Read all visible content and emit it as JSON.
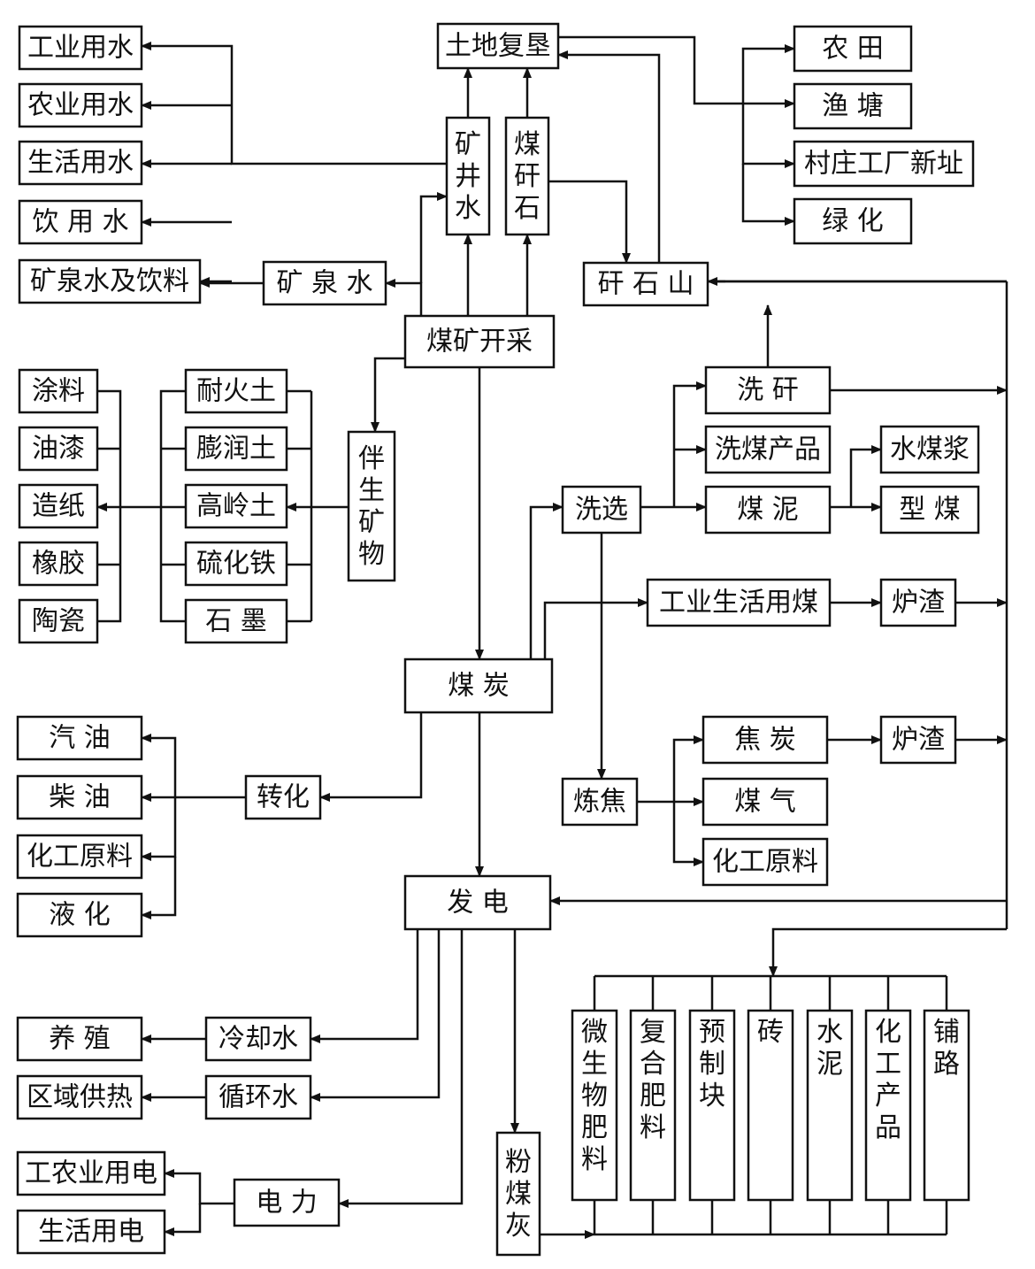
{
  "diagram": {
    "nodes": {
      "gongye_yongshui": "工业用水",
      "nongye_yongshui": "农业用水",
      "shenghuo_yongshui": "生活用水",
      "yin_yong_shui": "饮 用 水",
      "kuangquanshui_yinliao": "矿泉水及饮料",
      "kuangquan_shui": "矿 泉 水",
      "tudi_fuken": "土地复垦",
      "kuangjing_shui": "矿井水",
      "mei_ganshi": "煤矸石",
      "nongtian": "农 田",
      "yutang": "渔 塘",
      "cunzhuang": "村庄工厂新址",
      "lvhua": "绿 化",
      "ganshi_shan": "矸 石 山",
      "meikuang_kaicai": "煤矿开采",
      "tuliao": "涂料",
      "youqi": "油漆",
      "zaozhi": "造纸",
      "xiangjiao": "橡胶",
      "taoci": "陶瓷",
      "naihuotu": "耐火土",
      "pengruntu": "膨润土",
      "gaolingtu": "高岭土",
      "liuhuatie": "硫化铁",
      "shimo": "石 墨",
      "bansheng_kuangwu": "伴生矿物",
      "xi_gan": "洗 矸",
      "ximei_chanpin": "洗煤产品",
      "shuimeijiang": "水煤浆",
      "xixuan": "洗选",
      "mei_ni": "煤 泥",
      "xing_mei": "型 煤",
      "gongye_shenghuo_yongmei": "工业生活用煤",
      "luzha_1": "炉渣",
      "mei_tan": "煤 炭",
      "qiyou": "汽 油",
      "jiao_tan": "焦 炭",
      "luzha_2": "炉渣",
      "chaiyou": "柴 油",
      "zhuanhua": "转化",
      "lianjiao": "炼焦",
      "mei_qi": "煤 气",
      "huagong_yuanliao_left": "化工原料",
      "huagong_yuanliao_right": "化工原料",
      "yehua": "液 化",
      "fadian": "发 电",
      "yangzhi": "养 殖",
      "lengque_shui": "冷却水",
      "quyu_gongre": "区域供热",
      "xunhuan_shui": "循环水",
      "gongnongye_yongdian": "工农业用电",
      "dianli": "电 力",
      "shenghuo_yongdian": "生活用电",
      "fen_meihui": "粉煤灰",
      "weishengwu_feiliao": "微生物肥料",
      "fuhe_feiliao": "复合肥料",
      "yuzhi_kuai": "预制块",
      "zhuan": "砖",
      "shuini": "水泥",
      "huagong_chanpin": "化工产品",
      "pu_lu": "铺路"
    }
  }
}
